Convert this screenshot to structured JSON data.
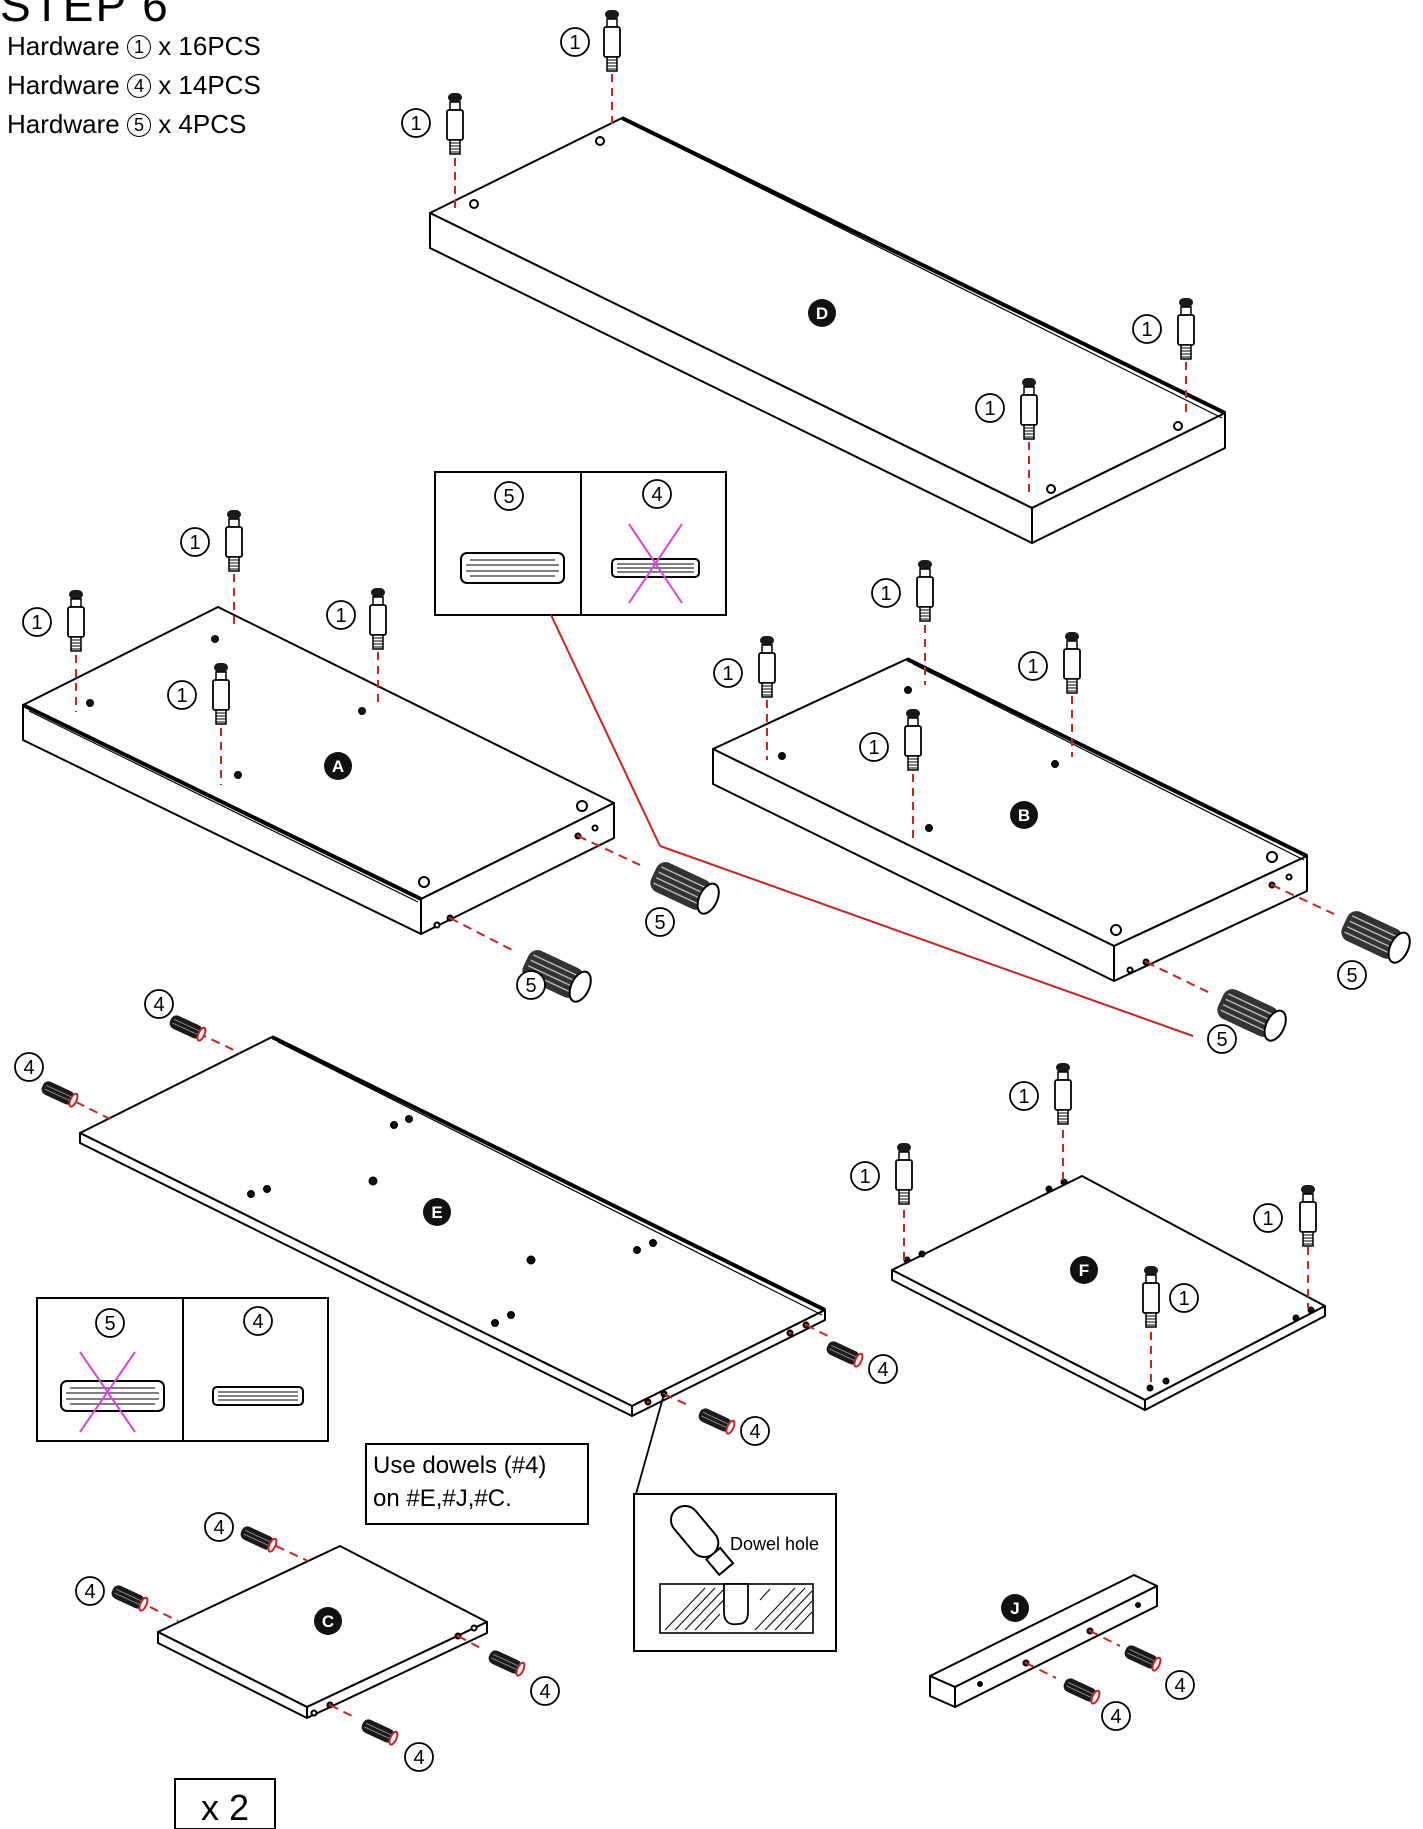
{
  "step_title": "STEP 6",
  "hardware": [
    {
      "label": "Hardware",
      "num": "1",
      "qty": "x 16PCS"
    },
    {
      "label": "Hardware",
      "num": "4",
      "qty": "x 14PCS"
    },
    {
      "label": "Hardware",
      "num": "5",
      "qty": "x 4PCS"
    }
  ],
  "parts": {
    "A": "A",
    "B": "B",
    "C": "C",
    "D": "D",
    "E": "E",
    "F": "F",
    "J": "J"
  },
  "callout_nums": {
    "one": "1",
    "four": "4",
    "five": "5"
  },
  "note": {
    "line1": "Use dowels (#4)",
    "line2": "on #E,#J,#C."
  },
  "detail_label": "Dowel hole",
  "multiplier": "x 2",
  "colors": {
    "line": "#000000",
    "dashed": "#d02020",
    "leader": "#d02020",
    "cross": "#e040e0",
    "fill": "#ffffff",
    "label_bg": "#111111"
  }
}
